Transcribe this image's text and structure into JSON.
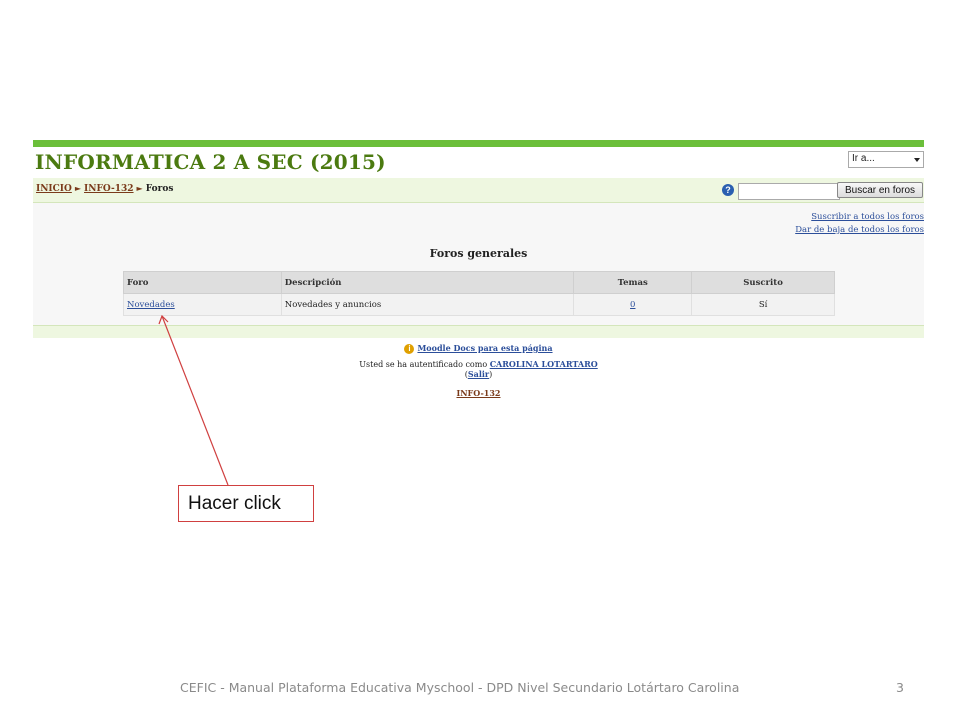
{
  "course": {
    "title": "INFORMATICA 2 A SEC (2015)",
    "jump_label": "Ir a..."
  },
  "breadcrumb": {
    "home": "INICIO",
    "course": "INFO-132",
    "current": "Foros",
    "separator": "►"
  },
  "search": {
    "help_icon": "question-icon",
    "placeholder": "",
    "button_label": "Buscar en foros"
  },
  "subscriptions": {
    "subscribe_all": "Suscribir a todos los foros",
    "unsubscribe_all": "Dar de baja de todos los foros"
  },
  "forums_section": {
    "title": "Foros generales",
    "columns": [
      "Foro",
      "Descripción",
      "Temas",
      "Suscrito"
    ],
    "rows": [
      {
        "forum": "Novedades",
        "description": "Novedades y anuncios",
        "topics": "0",
        "subscribed": "Sí"
      }
    ]
  },
  "footer": {
    "docs_icon": "info-icon",
    "docs_link": "Moodle Docs para esta página",
    "login_text": "Usted se ha autentificado como",
    "user_name": "CAROLINA LOTARTARO",
    "logout_open": "(",
    "logout_label": "Salir",
    "logout_close": ")",
    "course_link": "INFO-132"
  },
  "annotation": {
    "callout_text": "Hacer click",
    "arrow_color": "#d04040"
  },
  "slide": {
    "footer_text": "CEFIC - Manual Plataforma Educativa Myschool - DPD Nivel Secundario Lotártaro Carolina",
    "page_number": "3"
  },
  "colors": {
    "brand_green": "#6bbf3a",
    "title_green": "#4b7a10",
    "link_blue": "#2b4e9a",
    "breadcrumb_brown": "#7a3a1a"
  }
}
